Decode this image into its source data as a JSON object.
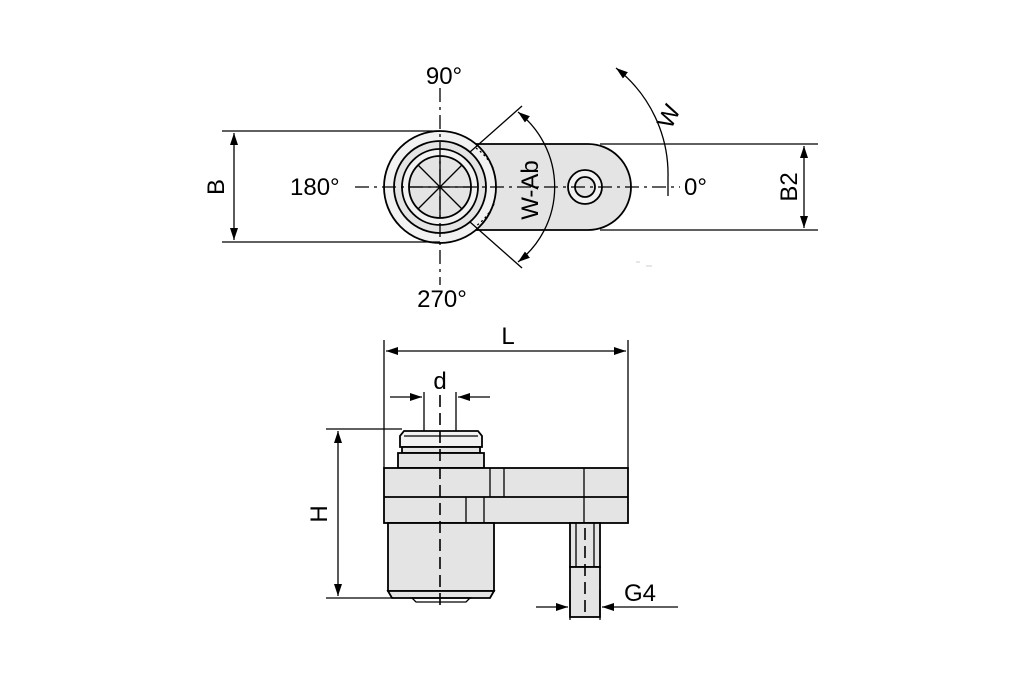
{
  "top_view": {
    "angle_90": "90°",
    "angle_180": "180°",
    "angle_270": "270°",
    "angle_0": "0°",
    "dim_b": "B",
    "dim_b2": "B2",
    "dim_w": "W",
    "dim_w_ab": "W-Ab"
  },
  "side_view": {
    "dim_l": "L",
    "dim_d": "d",
    "dim_h": "H",
    "dim_g4": "G4"
  }
}
